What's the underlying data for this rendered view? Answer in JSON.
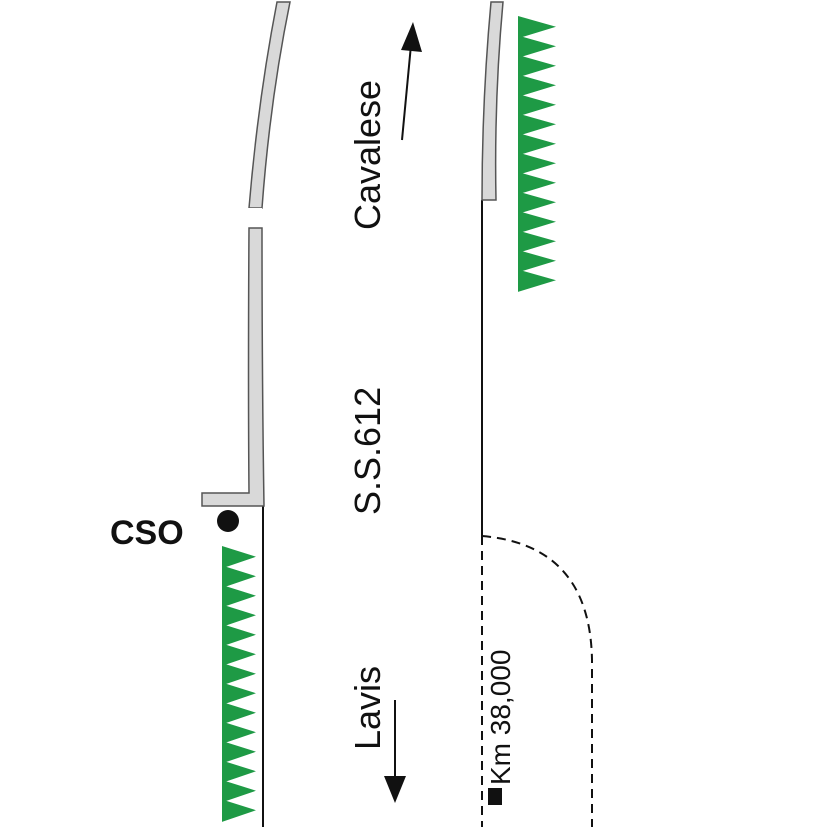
{
  "labels": {
    "cavalese": "Cavalese",
    "road": "S.S.612",
    "lavis": "Lavis",
    "cso": "CSO",
    "km": "Km 38,000"
  },
  "colors": {
    "line": "#111111",
    "sidewalk_fill": "#d9d9d9",
    "sidewalk_stroke": "#555555",
    "vegetation": "#1e9a45",
    "background": "#ffffff"
  },
  "vegetation": {
    "right_bank_count": 14,
    "left_bank_count": 14
  }
}
